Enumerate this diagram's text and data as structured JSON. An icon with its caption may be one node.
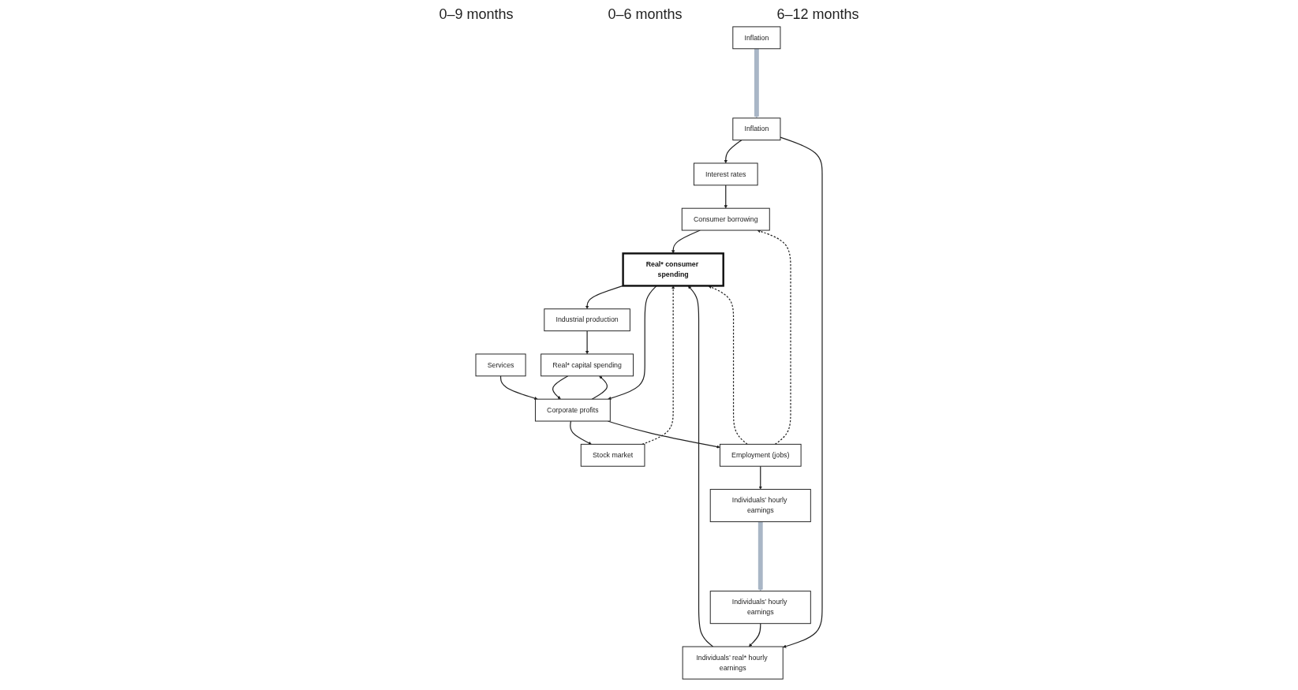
{
  "diagram": {
    "nodes": [
      {
        "text": [
          "Inflation"
        ]
      },
      {
        "text": [
          "Interest rates"
        ]
      },
      {
        "text": [
          "Consumer borrowing"
        ]
      },
      {
        "text": [
          "Inflation"
        ]
      },
      {
        "text": [
          "Individuals’ real* hourly earnings"
        ]
      },
      {
        "text": [
          "Real* consumer spending"
        ]
      },
      {
        "text": [
          "Industrial production"
        ]
      },
      {
        "text": [
          "Services"
        ]
      },
      {
        "text": [
          "Real* capital spending"
        ]
      },
      {
        "text": [
          "Individuals’ hourly earnings"
        ]
      },
      {
        "text": [
          "Stock market"
        ]
      },
      {
        "text": [
          "Corporate profits"
        ]
      },
      {
        "text": [
          "Employment (jobs)"
        ]
      },
      {
        "text": [
          "Individuals’ hourly earnings"
        ]
      }
    ],
    "edges": [
      {
        "from": 0,
        "to": 1,
        "arrow": "to"
      },
      {
        "from": 1,
        "to": 2,
        "arrow": "to"
      },
      {
        "from": 0,
        "to": 4,
        "arrow": "to"
      },
      {
        "from": 2,
        "to": 5,
        "arrow": "to"
      },
      {
        "from": 4,
        "to": 5,
        "arrow": "to"
      },
      {
        "from": 9,
        "to": 4,
        "arrow": "to"
      },
      {
        "from": 5,
        "to": 6,
        "arrow": "to"
      },
      {
        "from": 6,
        "to": 8,
        "arrow": "to"
      },
      {
        "from": 7,
        "to": 11,
        "arrow": "to"
      },
      {
        "from": 5,
        "to": 11,
        "arrow": "to"
      },
      {
        "from": 8,
        "to": 11,
        "arrow": "to"
      },
      {
        "from": 11,
        "to": 8,
        "arrow": "to"
      },
      {
        "from": 11,
        "to": 10,
        "arrow": "to"
      },
      {
        "from": 10,
        "to": 5,
        "arrow": "to",
        "style": "dashed"
      },
      {
        "from": 11,
        "to": 12,
        "arrow": "to"
      },
      {
        "from": 12,
        "to": 13,
        "arrow": "to"
      },
      {
        "from": 12,
        "to": 2,
        "arrow": "to",
        "style": "dashed"
      },
      {
        "from": 12,
        "to": 5,
        "arrow": "to",
        "style": "dashed"
      },
      {
        "from": 3,
        "to": 0,
        "arrow": "to",
        "style": "thick",
        "color": "#a9b6c6"
      },
      {
        "from": 13,
        "to": 9,
        "arrow": "to",
        "style": "thick",
        "color": "#a9b6c6"
      }
    ],
    "labels": [
      "0–9 months",
      "0–6 months",
      "6–12 months"
    ]
  }
}
